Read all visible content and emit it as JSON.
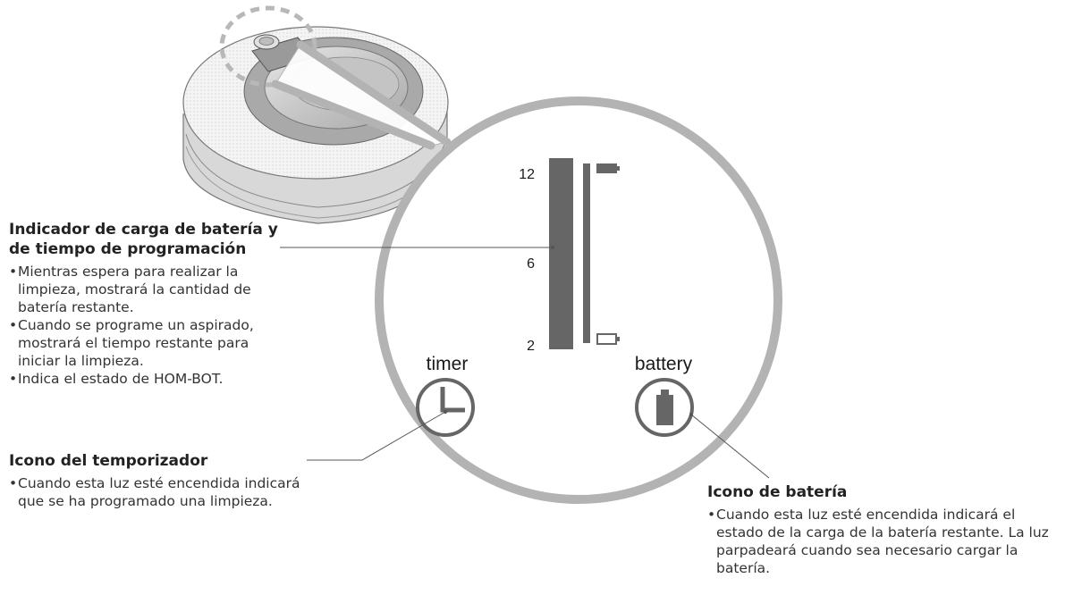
{
  "display": {
    "scale_labels": [
      "12",
      "6",
      "2"
    ],
    "timer_label": "timer",
    "battery_label": "battery"
  },
  "callouts": {
    "battery_level": {
      "title_line1": "Indicador de carga de batería y",
      "title_line2": "de tiempo de programación",
      "bullets": [
        "Mientras espera para realizar la limpieza, mostrará la cantidad de batería restante.",
        "Cuando se programe un aspirado, mostrará el tiempo restante para iniciar la limpieza.",
        "Indica el estado de HOM-BOT."
      ]
    },
    "timer_icon": {
      "title": "Icono del temporizador",
      "bullets": [
        "Cuando esta luz esté encendida indicará que se ha programado una limpieza."
      ]
    },
    "battery_icon": {
      "title": "Icono de batería",
      "bullets": [
        "Cuando esta luz esté encendida indicará el estado de la carga de la batería restante. La luz parpadeará cuando sea necesario cargar la batería."
      ]
    }
  },
  "colors": {
    "outline": "#b3b3b3",
    "panel_fill": "#ffffff",
    "bar_fill": "#666666",
    "leader_line": "#555555"
  }
}
